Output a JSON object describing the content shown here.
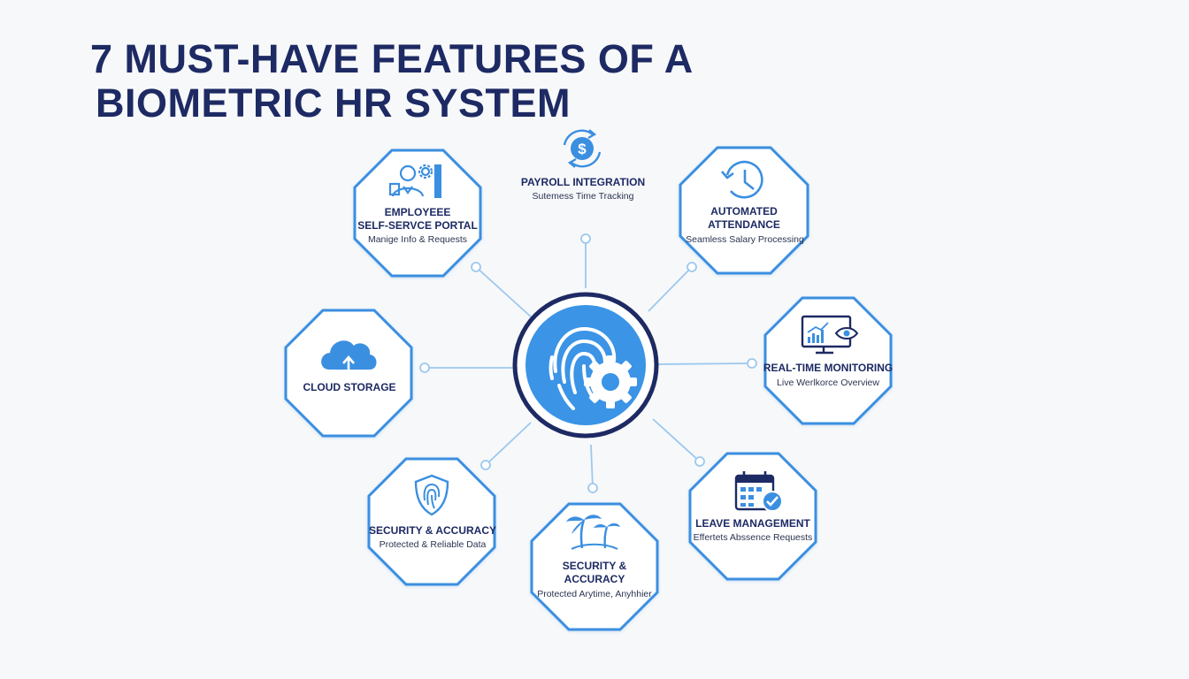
{
  "title": {
    "line1": "7 MUST-HAVE FEATURES OF A",
    "line2": "BIOMETRIC HR SYSTEM"
  },
  "colors": {
    "navy": "#1d2a63",
    "accent": "#3b8fe0",
    "accent_light": "#9cc8ef",
    "center_fill": "#3b94e6"
  },
  "center": {
    "icon": "fingerprint-gear-icon"
  },
  "features": {
    "payroll": {
      "title": "PAYROLL INTEGRATION",
      "desc": "Sutemess Time Tracking",
      "icon": "dollar-cycle-icon"
    },
    "self_service": {
      "title_1": "EMPLOYEEE",
      "title_2": "SELF-SERVCE PORTAL",
      "desc": "Manige Info & Requests",
      "icon": "employee-portal-icon"
    },
    "attendance": {
      "title_1": "AUTOMATED",
      "title_2": "ATTENDANCE",
      "desc": "Seamless Salary Processing",
      "icon": "clock-icon"
    },
    "cloud": {
      "title": "CLOUD STORAGE",
      "icon": "cloud-upload-icon"
    },
    "monitoring": {
      "title": "REAL-TIME MONITORING",
      "desc": "Live Werlkorce Overview",
      "icon": "monitor-chart-icon"
    },
    "security": {
      "title": "SECURITY & ACCURACY",
      "desc": "Protected & Reliable Data",
      "icon": "shield-fingerprint-icon"
    },
    "remote": {
      "title_1": "SECURITY &",
      "title_2": "ACCURACY",
      "desc": "Protected Arytime, Anyhhier",
      "icon": "palm-trees-icon"
    },
    "leave": {
      "title": "LEAVE MANAGEMENT",
      "desc": "Effertets Abssence Requests",
      "icon": "calendar-check-icon"
    }
  }
}
